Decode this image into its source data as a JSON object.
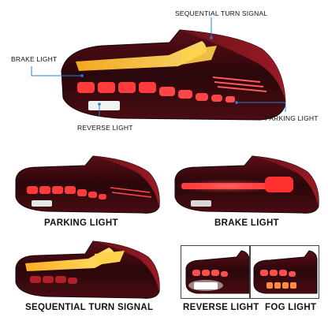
{
  "callouts": {
    "sequential_turn_signal": "SEQUENTIAL TURN SIGNAL",
    "brake_light": "BRAKE LIGHT",
    "reverse_light": "REVERSE LIGHT",
    "parking_light": "PARKING LIGHT"
  },
  "captions": {
    "parking_light": "PARKING LIGHT",
    "brake_light": "BRAKE LIGHT",
    "sequential_turn_signal": "SEQUENTIAL TURN SIGNAL",
    "reverse_light": "REVERSE LIGHT",
    "fog_light": "FOG LIGHT"
  },
  "colors": {
    "lens_dark": "#3a0a10",
    "lens_red": "#8a1420",
    "led_red": "#ff3b3b",
    "amber": "#ffc52a",
    "callout_line": "#2a7fd4"
  }
}
